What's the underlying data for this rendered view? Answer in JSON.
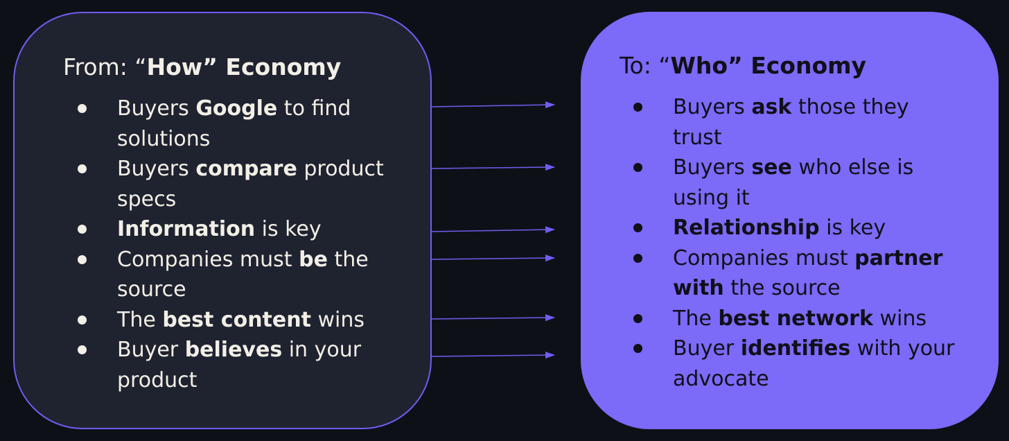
{
  "left_panel": {
    "title": [
      {
        "text": "From: “",
        "strong": false
      },
      {
        "text": "How” Economy",
        "strong": true
      }
    ],
    "items": [
      [
        {
          "text": "Buyers ",
          "strong": false
        },
        {
          "text": "Google",
          "strong": true
        },
        {
          "text": " to find solutions",
          "strong": false
        }
      ],
      [
        {
          "text": "Buyers ",
          "strong": false
        },
        {
          "text": "compare",
          "strong": true
        },
        {
          "text": " product specs",
          "strong": false
        }
      ],
      [
        {
          "text": "Information",
          "strong": true
        },
        {
          "text": " is key",
          "strong": false
        }
      ],
      [
        {
          "text": "Companies must ",
          "strong": false
        },
        {
          "text": "be",
          "strong": true
        },
        {
          "text": " the source",
          "strong": false
        }
      ],
      [
        {
          "text": "The ",
          "strong": false
        },
        {
          "text": "best content",
          "strong": true
        },
        {
          "text": " wins",
          "strong": false
        }
      ],
      [
        {
          "text": "Buyer ",
          "strong": false
        },
        {
          "text": "believes",
          "strong": true
        },
        {
          "text": " in your product",
          "strong": false
        }
      ]
    ]
  },
  "right_panel": {
    "title": [
      {
        "text": "To: “",
        "strong": false
      },
      {
        "text": "Who” Economy",
        "strong": true
      }
    ],
    "items": [
      [
        {
          "text": "Buyers ",
          "strong": false
        },
        {
          "text": "ask",
          "strong": true
        },
        {
          "text": " those they trust",
          "strong": false
        }
      ],
      [
        {
          "text": "Buyers ",
          "strong": false
        },
        {
          "text": "see",
          "strong": true
        },
        {
          "text": " who else is using it",
          "strong": false
        }
      ],
      [
        {
          "text": "Relationship",
          "strong": true
        },
        {
          "text": " is key",
          "strong": false
        }
      ],
      [
        {
          "text": "Companies must ",
          "strong": false
        },
        {
          "text": "partner with",
          "strong": true
        },
        {
          "text": " the source",
          "strong": false
        }
      ],
      [
        {
          "text": "The ",
          "strong": false
        },
        {
          "text": "best network",
          "strong": true
        },
        {
          "text": " wins",
          "strong": false
        }
      ],
      [
        {
          "text": "Buyer ",
          "strong": false
        },
        {
          "text": "identifies",
          "strong": true
        },
        {
          "text": " with your advocate",
          "strong": false
        }
      ]
    ]
  },
  "colors": {
    "background": "#0d1117",
    "left_panel": "#1f2330",
    "right_panel": "#7c6af8",
    "accent": "#6f5df2"
  }
}
